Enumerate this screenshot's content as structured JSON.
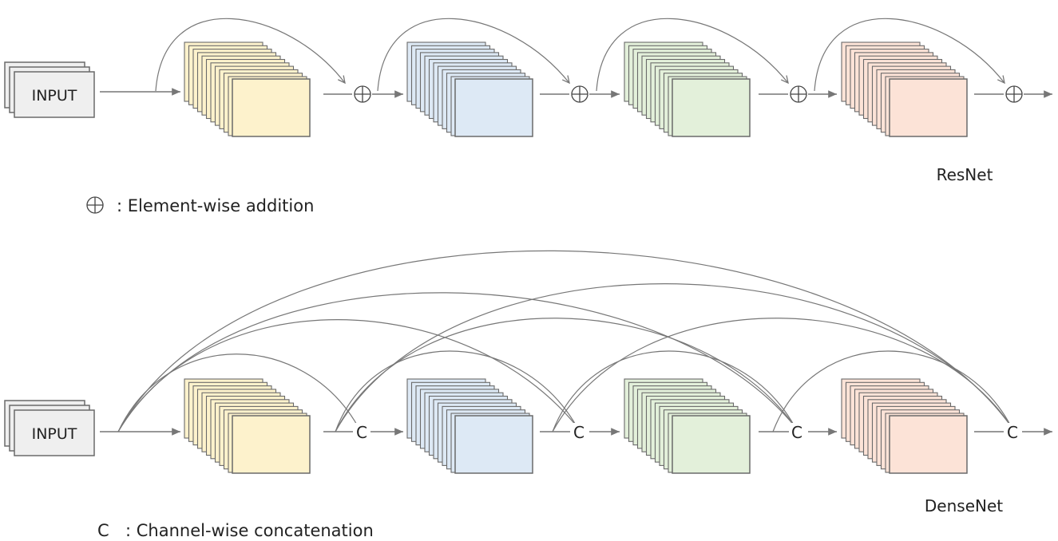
{
  "resnet": {
    "name": "ResNet",
    "input_label": "INPUT",
    "merge_symbol": "⊕",
    "block_colors": [
      "#fdf2cc",
      "#dde9f5",
      "#e3f0da",
      "#fce3d7"
    ],
    "legend": {
      "symbol": "⊕",
      "text": ": Element-wise addition"
    }
  },
  "densenet": {
    "name": "DenseNet",
    "input_label": "INPUT",
    "merge_symbol": "C",
    "block_colors": [
      "#fdf2cc",
      "#dde9f5",
      "#e3f0da",
      "#fce3d7"
    ],
    "legend": {
      "symbol": "C",
      "text": ": Channel-wise concatenation"
    }
  },
  "colors": {
    "line": "#777777",
    "box_stroke": "#6a6a6a",
    "input_fill": "#efefef"
  }
}
